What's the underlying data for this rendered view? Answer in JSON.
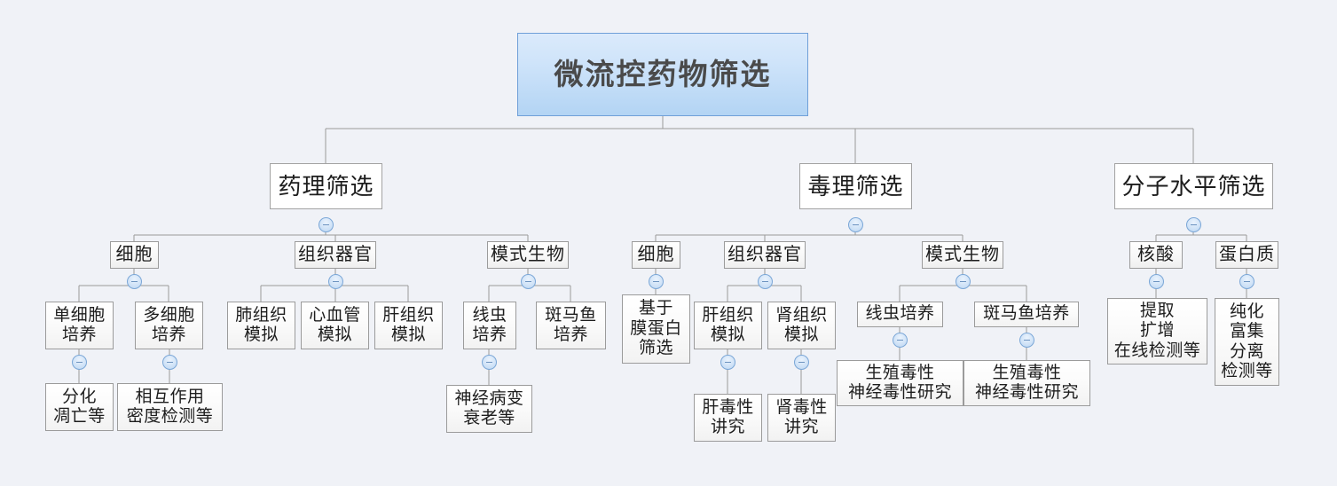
{
  "diagram": {
    "title": "微流控药物筛选",
    "type": "mind-map",
    "background_color": "#f0f2f7",
    "root_fill_color": "#cfe4fa",
    "root_border_color": "#6f9fd8",
    "node_border_color": "#9b9b9b",
    "connector_color": "#9a9a9a",
    "toggle_icon": "minus-circle"
  },
  "nodes": {
    "root": "微流控药物筛选",
    "l2": {
      "pharmacology": "药理筛选",
      "toxicology": "毒理筛选",
      "molecular": "分子水平筛选"
    },
    "l3": {
      "ph_cell": "细胞",
      "ph_tissue": "组织器官",
      "ph_model": "模式生物",
      "tx_cell": "细胞",
      "tx_tissue": "组织器官",
      "tx_model": "模式生物",
      "mo_nucleic": "核酸",
      "mo_protein": "蛋白质"
    },
    "l4": {
      "single_cell_culture": "单细胞\n培养",
      "multi_cell_culture": "多细胞\n培养",
      "lung_tissue_sim": "肺组织\n模拟",
      "cardiovascular_sim": "心血管\n模拟",
      "liver_tissue_sim": "肝组织\n模拟",
      "nematode_culture": "线虫\n培养",
      "zebrafish_culture": "斑马鱼\n培养",
      "membrane_protein_screen": "基于\n膜蛋白\n筛选",
      "tx_liver_tissue_sim": "肝组织\n模拟",
      "tx_kidney_tissue_sim": "肾组织\n模拟",
      "tx_nematode_culture": "线虫培养",
      "tx_zebrafish_culture": "斑马鱼培养",
      "nucleic_methods": "提取\n扩增\n在线检测等",
      "protein_methods": "纯化\n富集\n分离\n检测等"
    },
    "l5": {
      "differentiation_apoptosis": "分化\n凋亡等",
      "interaction_density": "相互作用\n密度检测等",
      "neuropathy_aging": "神经病变\n衰老等",
      "hepatotoxicity": "肝毒性\n讲究",
      "nephrotoxicity": "肾毒性\n讲究",
      "repro_neuro_tox_nematode": "生殖毒性\n神经毒性研究",
      "repro_neuro_tox_zebrafish": "生殖毒性\n神经毒性研究"
    }
  }
}
